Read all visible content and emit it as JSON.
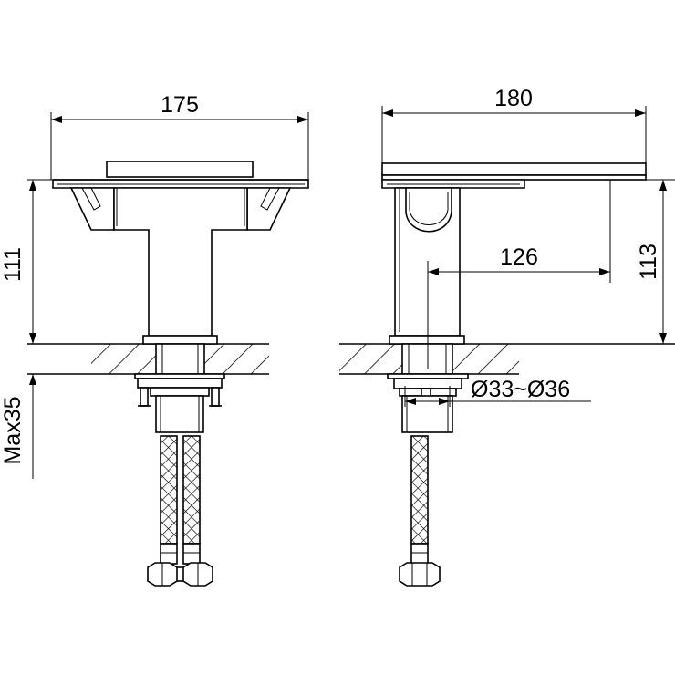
{
  "dimensions": {
    "front_width": "175",
    "side_width": "180",
    "front_height": "111",
    "side_height": "113",
    "spout_reach": "126",
    "hole_diameter": "Ø33~Ø36",
    "max_thickness": "Max35"
  }
}
